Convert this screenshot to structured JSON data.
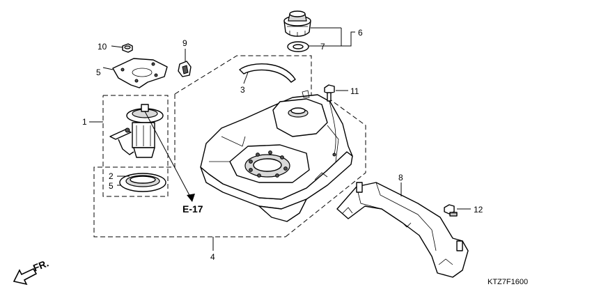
{
  "callouts": {
    "c1": "1",
    "c2": "2",
    "c3": "3",
    "c4": "4",
    "c5a": "5",
    "c5b": "5",
    "c6": "6",
    "c7": "7",
    "c8": "8",
    "c9": "9",
    "c10": "10",
    "c11": "11",
    "c12": "12"
  },
  "reference": "E-17",
  "direction_label": "FR.",
  "diagram_code": "KTZ7F1600"
}
